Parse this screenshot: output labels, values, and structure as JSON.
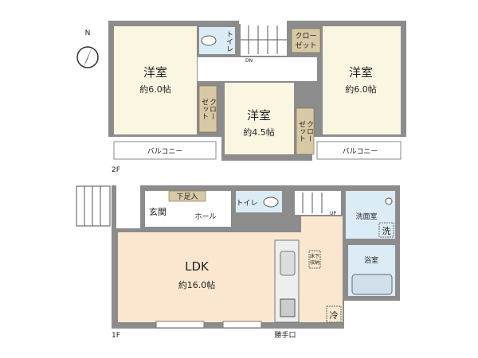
{
  "compass": {
    "label": "N"
  },
  "floor2": {
    "label": "2F",
    "rooms": [
      {
        "name": "洋室",
        "size": "約6.0帖"
      },
      {
        "name": "洋室",
        "size": "約4.5帖"
      },
      {
        "name": "洋室",
        "size": "約6.0帖"
      }
    ],
    "toilet": "トイレ",
    "closet_top": [
      "クロー",
      "ゼット"
    ],
    "closet_left": [
      "クロー",
      "ゼット"
    ],
    "closet_right": [
      "クロー",
      "ゼット"
    ],
    "stairs": "DN",
    "balcony_left": "バルコニー",
    "balcony_right": "バルコニー"
  },
  "floor1": {
    "label": "1F",
    "ldk": {
      "name": "LDK",
      "size": "約16.0帖"
    },
    "entrance": "玄関",
    "shoe_storage": "下足入",
    "hall": "ホール",
    "toilet": "トイレ",
    "stairs": "UP",
    "washroom": "洗面室",
    "washer": "洗",
    "bathroom": "浴室",
    "underfloor_storage": [
      "床下",
      "収納"
    ],
    "fridge": "冷",
    "back_door": "勝手口"
  },
  "colors": {
    "wall": "#8c8c8c",
    "room": "#fbf6e2",
    "ldk": "#fbe7cf",
    "wet": "#dcecf6",
    "closet": "#d8c9a6"
  }
}
